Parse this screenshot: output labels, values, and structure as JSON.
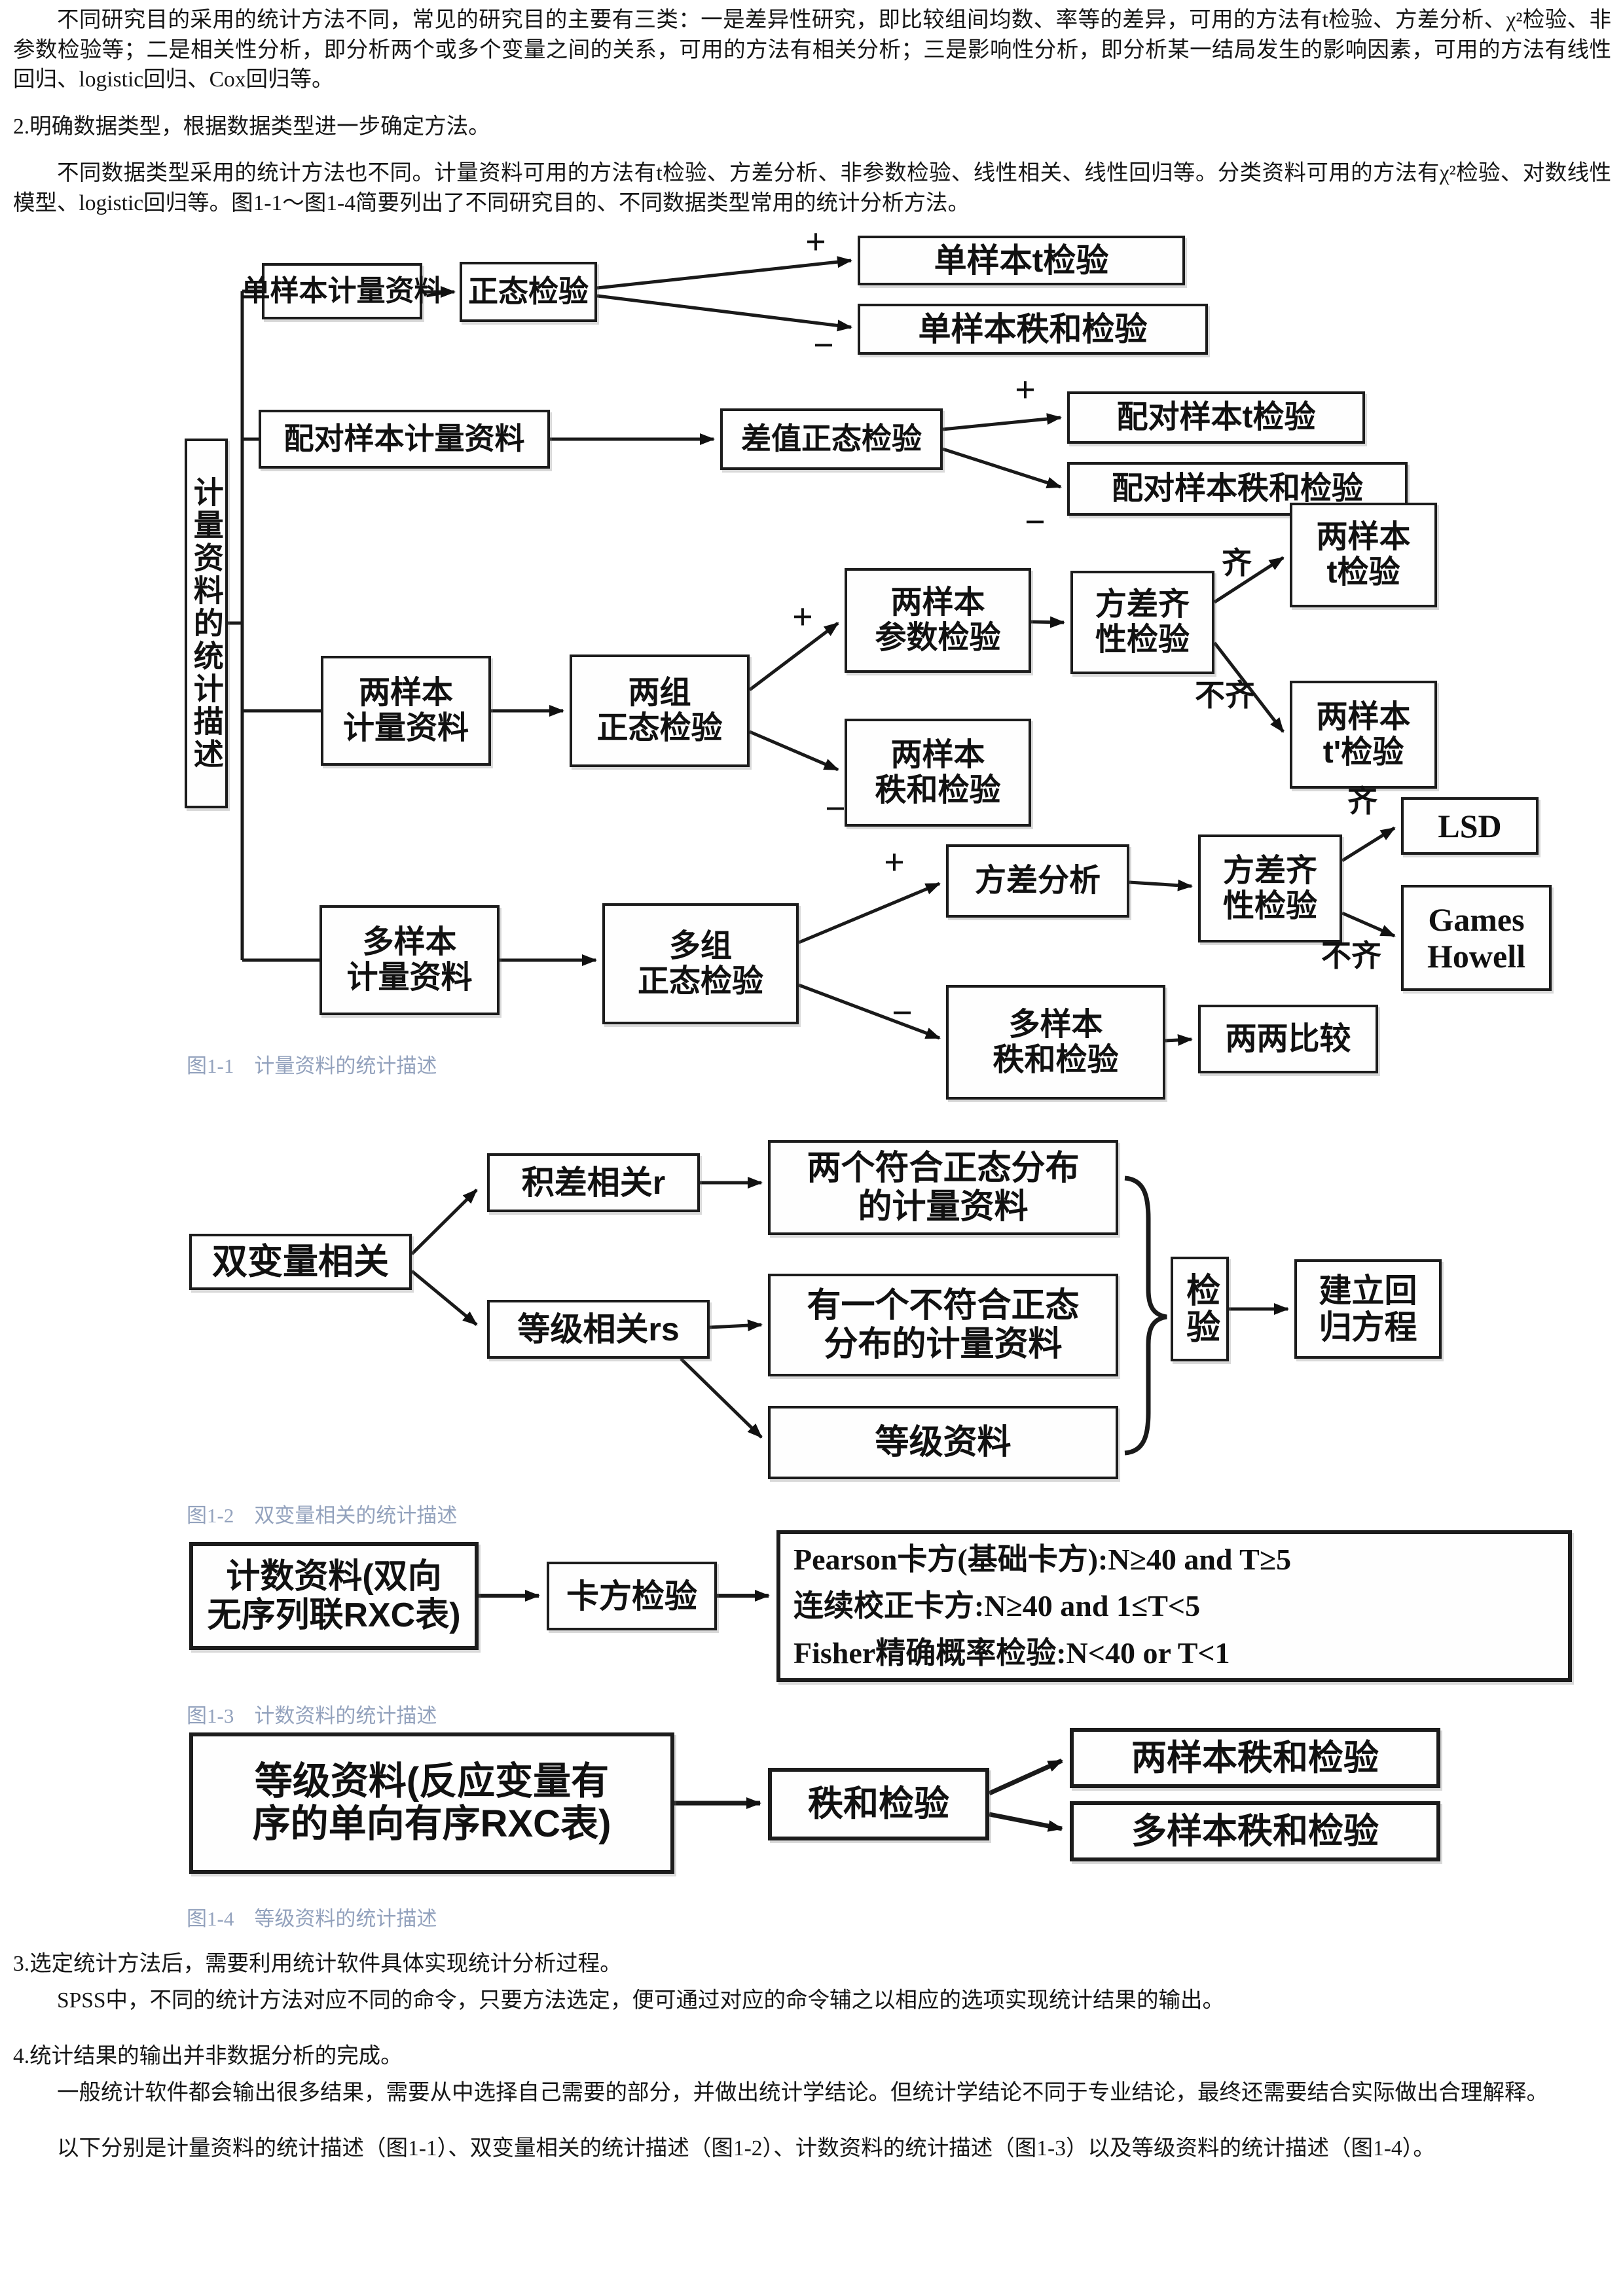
{
  "doc": {
    "p1": "不同研究目的采用的统计方法不同，常见的研究目的主要有三类：一是差异性研究，即比较组间均数、率等的差异，可用的方法有t检验、方差分析、χ²检验、非参数检验等；二是相关性分析，即分析两个或多个变量之间的关系，可用的方法有相关分析；三是影响性分析，即分析某一结局发生的影响因素，可用的方法有线性回归、logistic回归、Cox回归等。",
    "p2": "2.明确数据类型，根据数据类型进一步确定方法。",
    "p3": "不同数据类型采用的统计方法也不同。计量资料可用的方法有t检验、方差分析、非参数检验、线性相关、线性回归等。分类资料可用的方法有χ²检验、对数线性模型、logistic回归等。图1-1～图1-4简要列出了不同研究目的、不同数据类型常用的统计分析方法。",
    "p4": "3.选定统计方法后，需要利用统计软件具体实现统计分析过程。",
    "p5": "SPSS中，不同的统计方法对应不同的命令，只要方法选定，便可通过对应的命令辅之以相应的选项实现统计结果的输出。",
    "p6": "4.统计结果的输出并非数据分析的完成。",
    "p7": "一般统计软件都会输出很多结果，需要从中选择自己需要的部分，并做出统计学结论。但统计学结论不同于专业结论，最终还需要结合实际做出合理解释。",
    "p8": "以下分别是计量资料的统计描述（图1-1）、双变量相关的统计描述（图1-2）、计数资料的统计描述（图1-3）以及等级资料的统计描述（图1-4）。"
  },
  "fig1": {
    "caption": "图1-1　计量资料的统计描述",
    "root": "计量资料的统计描述",
    "r1a": "单样本计量资料",
    "r1b": "正态检验",
    "r1c": "单样本t检验",
    "r1d": "单样本秩和检验",
    "r2a": "配对样本计量资料",
    "r2b": "差值正态检验",
    "r2c": "配对样本t检验",
    "r2d": "配对样本秩和检验",
    "r3a1": "两样本",
    "r3a2": "计量资料",
    "r3b1": "两组",
    "r3b2": "正态检验",
    "r3c1": "两样本",
    "r3c2": "参数检验",
    "r3d1": "两样本",
    "r3d2": "秩和检验",
    "r3e1": "方差齐",
    "r3e2": "性检验",
    "r3f1": "两样本",
    "r3f2": "t检验",
    "r3g1": "两样本",
    "r3g2": "t'检验",
    "r4a1": "多样本",
    "r4a2": "计量资料",
    "r4b1": "多组",
    "r4b2": "正态检验",
    "r4c": "方差分析",
    "r4d1": "方差齐",
    "r4d2": "性检验",
    "r4e": "LSD",
    "r4f1": "Games",
    "r4f2": "Howell",
    "r4g1": "多样本",
    "r4g2": "秩和检验",
    "r4h": "两两比较",
    "plus": "+",
    "minus": "−",
    "qi": "齐",
    "buqi": "不齐"
  },
  "fig2": {
    "caption": "图1-2　双变量相关的统计描述",
    "root": "双变量相关",
    "a": "积差相关r",
    "b": "等级相关rs",
    "c1": "两个符合正态分布",
    "c2": "的计量资料",
    "d1": "有一个不符合正态",
    "d2": "分布的计量资料",
    "e": "等级资料",
    "f": "检验",
    "g1": "建立回",
    "g2": "归方程"
  },
  "fig3": {
    "caption": "图1-3　计数资料的统计描述",
    "a1": "计数资料(双向",
    "a2": "无序列联RXC表)",
    "b": "卡方检验",
    "c1": "Pearson卡方(基础卡方):N≥40 and T≥5",
    "c2": "连续校正卡方:N≥40 and 1≤T<5",
    "c3": "Fisher精确概率检验:N<40 or T<1"
  },
  "fig4": {
    "caption": "图1-4　等级资料的统计描述",
    "a1": "等级资料(反应变量有",
    "a2": "序的单向有序RXC表)",
    "b": "秩和检验",
    "c": "两样本秩和检验",
    "d": "多样本秩和检验"
  }
}
